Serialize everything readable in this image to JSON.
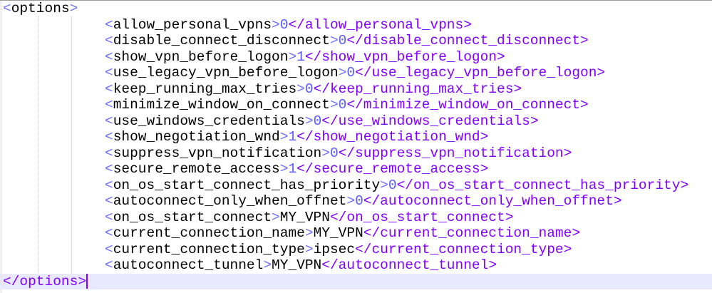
{
  "root_tag": "options",
  "colors": {
    "bracket": "#7070ff",
    "tag_name": "#000000",
    "closing_tag": "#8000ff",
    "number": "#5a5aff",
    "current_line": "#e8e8ff"
  },
  "entries": [
    {
      "name": "allow_personal_vpns",
      "value": "0",
      "kind": "num"
    },
    {
      "name": "disable_connect_disconnect",
      "value": "0",
      "kind": "num"
    },
    {
      "name": "show_vpn_before_logon",
      "value": "1",
      "kind": "num"
    },
    {
      "name": "use_legacy_vpn_before_logon",
      "value": "0",
      "kind": "num"
    },
    {
      "name": "keep_running_max_tries",
      "value": "0",
      "kind": "num"
    },
    {
      "name": "minimize_window_on_connect",
      "value": "0",
      "kind": "num"
    },
    {
      "name": "use_windows_credentials",
      "value": "0",
      "kind": "num"
    },
    {
      "name": "show_negotiation_wnd",
      "value": "1",
      "kind": "num"
    },
    {
      "name": "suppress_vpn_notification",
      "value": "0",
      "kind": "num"
    },
    {
      "name": "secure_remote_access",
      "value": "1",
      "kind": "num"
    },
    {
      "name": "on_os_start_connect_has_priority",
      "value": "0",
      "kind": "num"
    },
    {
      "name": "autoconnect_only_when_offnet",
      "value": "0",
      "kind": "num"
    },
    {
      "name": "on_os_start_connect",
      "value": "MY_VPN",
      "kind": "txt"
    },
    {
      "name": "current_connection_name",
      "value": "MY_VPN",
      "kind": "txt"
    },
    {
      "name": "current_connection_type",
      "value": "ipsec",
      "kind": "txt"
    },
    {
      "name": "autoconnect_tunnel",
      "value": "MY_VPN",
      "kind": "txt"
    }
  ]
}
